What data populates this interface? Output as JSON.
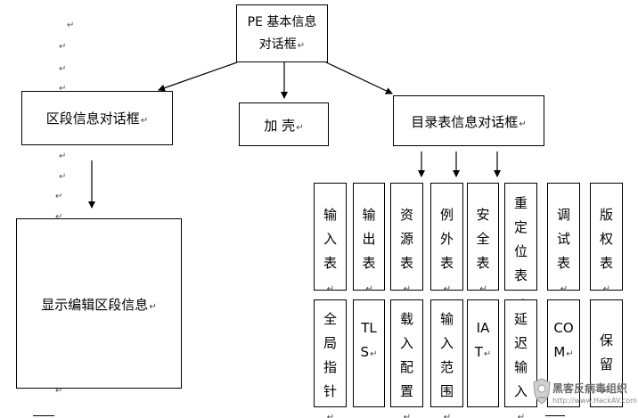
{
  "diagram": {
    "root": {
      "text": "PE 基本信息对话框"
    },
    "left_branch": {
      "text": "区段信息对话框"
    },
    "middle_branch": {
      "text": "加 壳"
    },
    "right_branch": {
      "text": "目录表信息对话框"
    },
    "section_detail": {
      "text": "显示编辑区段信息"
    },
    "directory_row1": [
      "输入表",
      "输出表",
      "资源表",
      "例外表",
      "安全表",
      "重定位表",
      "调试表",
      "版权表"
    ],
    "directory_row2": [
      "全局指针",
      "TLS",
      "载入配置",
      "输入范围",
      "IAT",
      "延迟输入",
      "COM",
      "保留"
    ],
    "return_mark": "↵"
  },
  "watermark": {
    "title": "黑客反病毒组织",
    "url": "http://www.HackAV.com"
  }
}
